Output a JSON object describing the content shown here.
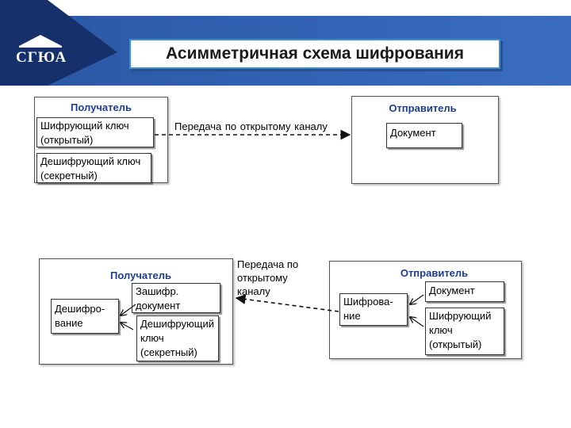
{
  "header": {
    "logo_text": "СГЮА",
    "title": "Асимметричная схема шифрования"
  },
  "top": {
    "receiver": {
      "heading": "Получатель",
      "encrypt_key": "Шифрующий ключ (открытый)",
      "decrypt_key": "Дешифрующий ключ (секретный)"
    },
    "channel_label": "Передача  по  открытому каналу",
    "sender": {
      "heading": "Отправитель",
      "document": "Документ"
    }
  },
  "bottom": {
    "receiver": {
      "heading": "Получатель",
      "decryption": "Дешифро-вание",
      "encrypted_doc": "Зашифр. документ",
      "decrypt_key": "Дешифрующий ключ (секретный)"
    },
    "channel_label": "Передача по открытому каналу",
    "sender": {
      "heading": "Отправитель",
      "encryption": "Шифрова-ние",
      "document": "Документ",
      "encrypt_key": "Шифрующий ключ (открытый)"
    }
  },
  "colors": {
    "header_blue": "#2b5aa8",
    "header_navy": "#16306b",
    "heading_text": "#1c3d8f"
  }
}
